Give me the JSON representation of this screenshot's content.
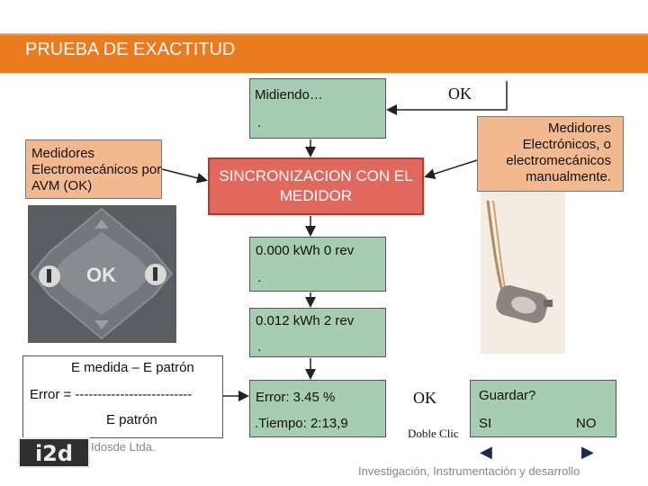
{
  "header": {
    "title": "PRUEBA DE EXACTITUD"
  },
  "flow": {
    "measuring": {
      "label": "Midiendo…",
      "dot": "."
    },
    "ok_top": "OK",
    "electromechanical": {
      "label": "Medidores Electromecánicos por AVM (OK)"
    },
    "sync": {
      "label": "SINCRONIZACION CON EL MEDIDOR"
    },
    "electronic": {
      "label": "Medidores Electrónicos, o electromecánicos manualmente."
    },
    "reading1": {
      "label": "0.000 kWh   0 rev",
      "dot": "."
    },
    "reading2": {
      "label": "0.012 kWh   2 rev",
      "dot": "."
    },
    "result": {
      "error": "Error:  3.45 %",
      "time": ".Tiempo: 2:13,9"
    },
    "ok_bottom": "OK",
    "double_click": "Doble Clic",
    "save": {
      "question": "Guardar?",
      "yes": "SI",
      "no": "NO"
    }
  },
  "formula": {
    "top": "E medida – E patrón",
    "middle": "Error = --------------------------",
    "bottom": "E patrón"
  },
  "keypad": {
    "center_label": "OK"
  },
  "company": {
    "logo_text": "i2d",
    "name": "Idosde Ltda."
  },
  "footer": {
    "text": "Investigación, Instrumentación y desarrollo"
  },
  "colors": {
    "header": "#ec7b1f",
    "green_panel": "#a6ccb1",
    "orange_panel": "#f2b98e",
    "sync_panel": "#e2685e",
    "arrow_nav": "#1a2a4a"
  },
  "icons": {
    "arrow_left": "arrow-left-icon",
    "arrow_right": "arrow-right-icon"
  }
}
